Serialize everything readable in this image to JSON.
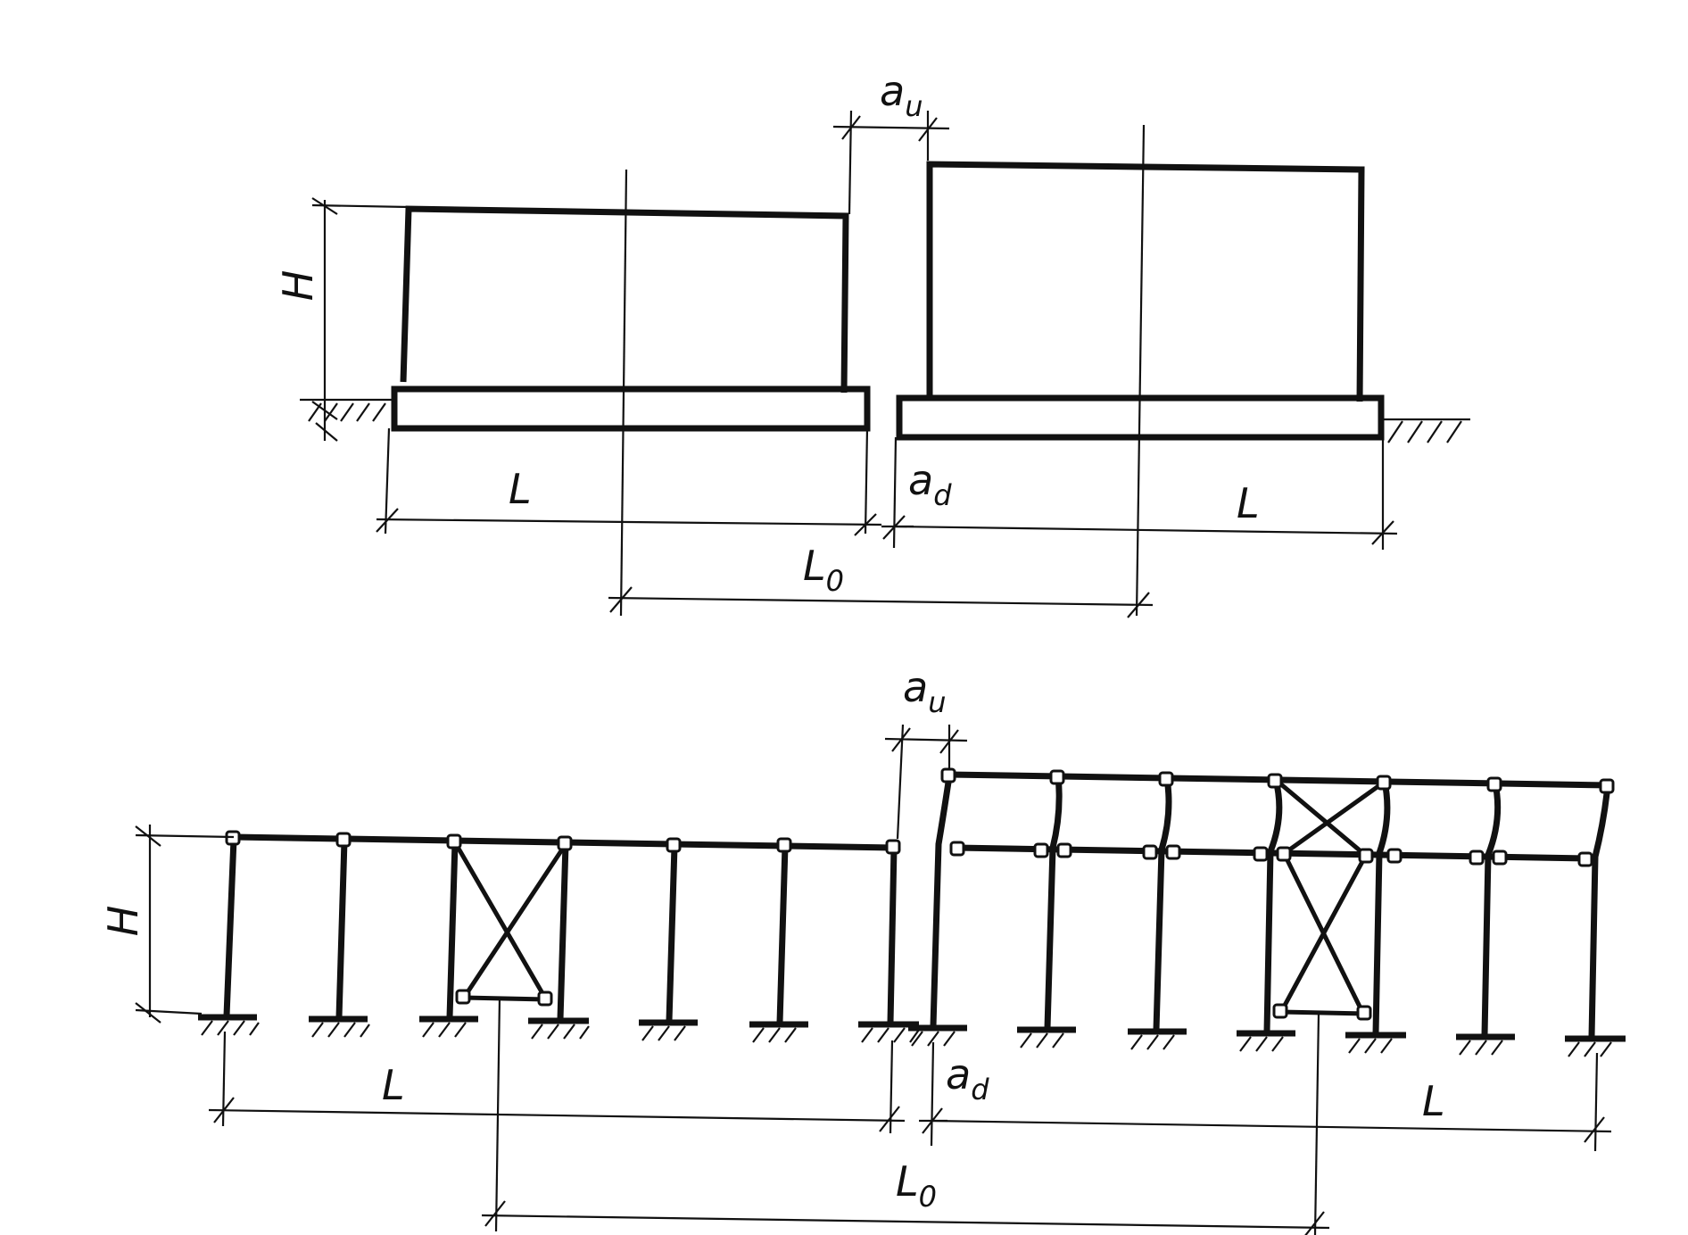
{
  "upper_view": {
    "label_H": "H",
    "label_a_u": "a",
    "label_a_u_sub": "u",
    "label_a_d": "a",
    "label_a_d_sub": "d",
    "label_L_left": "L",
    "label_L_right": "L",
    "label_L0": "L",
    "label_L0_sub": "0"
  },
  "lower_view": {
    "label_H": "H",
    "label_a_u": "a",
    "label_a_u_sub": "u",
    "label_a_d": "a",
    "label_a_d_sub": "d",
    "label_L_left": "L",
    "label_L_right": "L",
    "label_L0": "L",
    "label_L0_sub": "0"
  },
  "colors": {
    "ink": "#111111",
    "paper": "#ffffff"
  }
}
